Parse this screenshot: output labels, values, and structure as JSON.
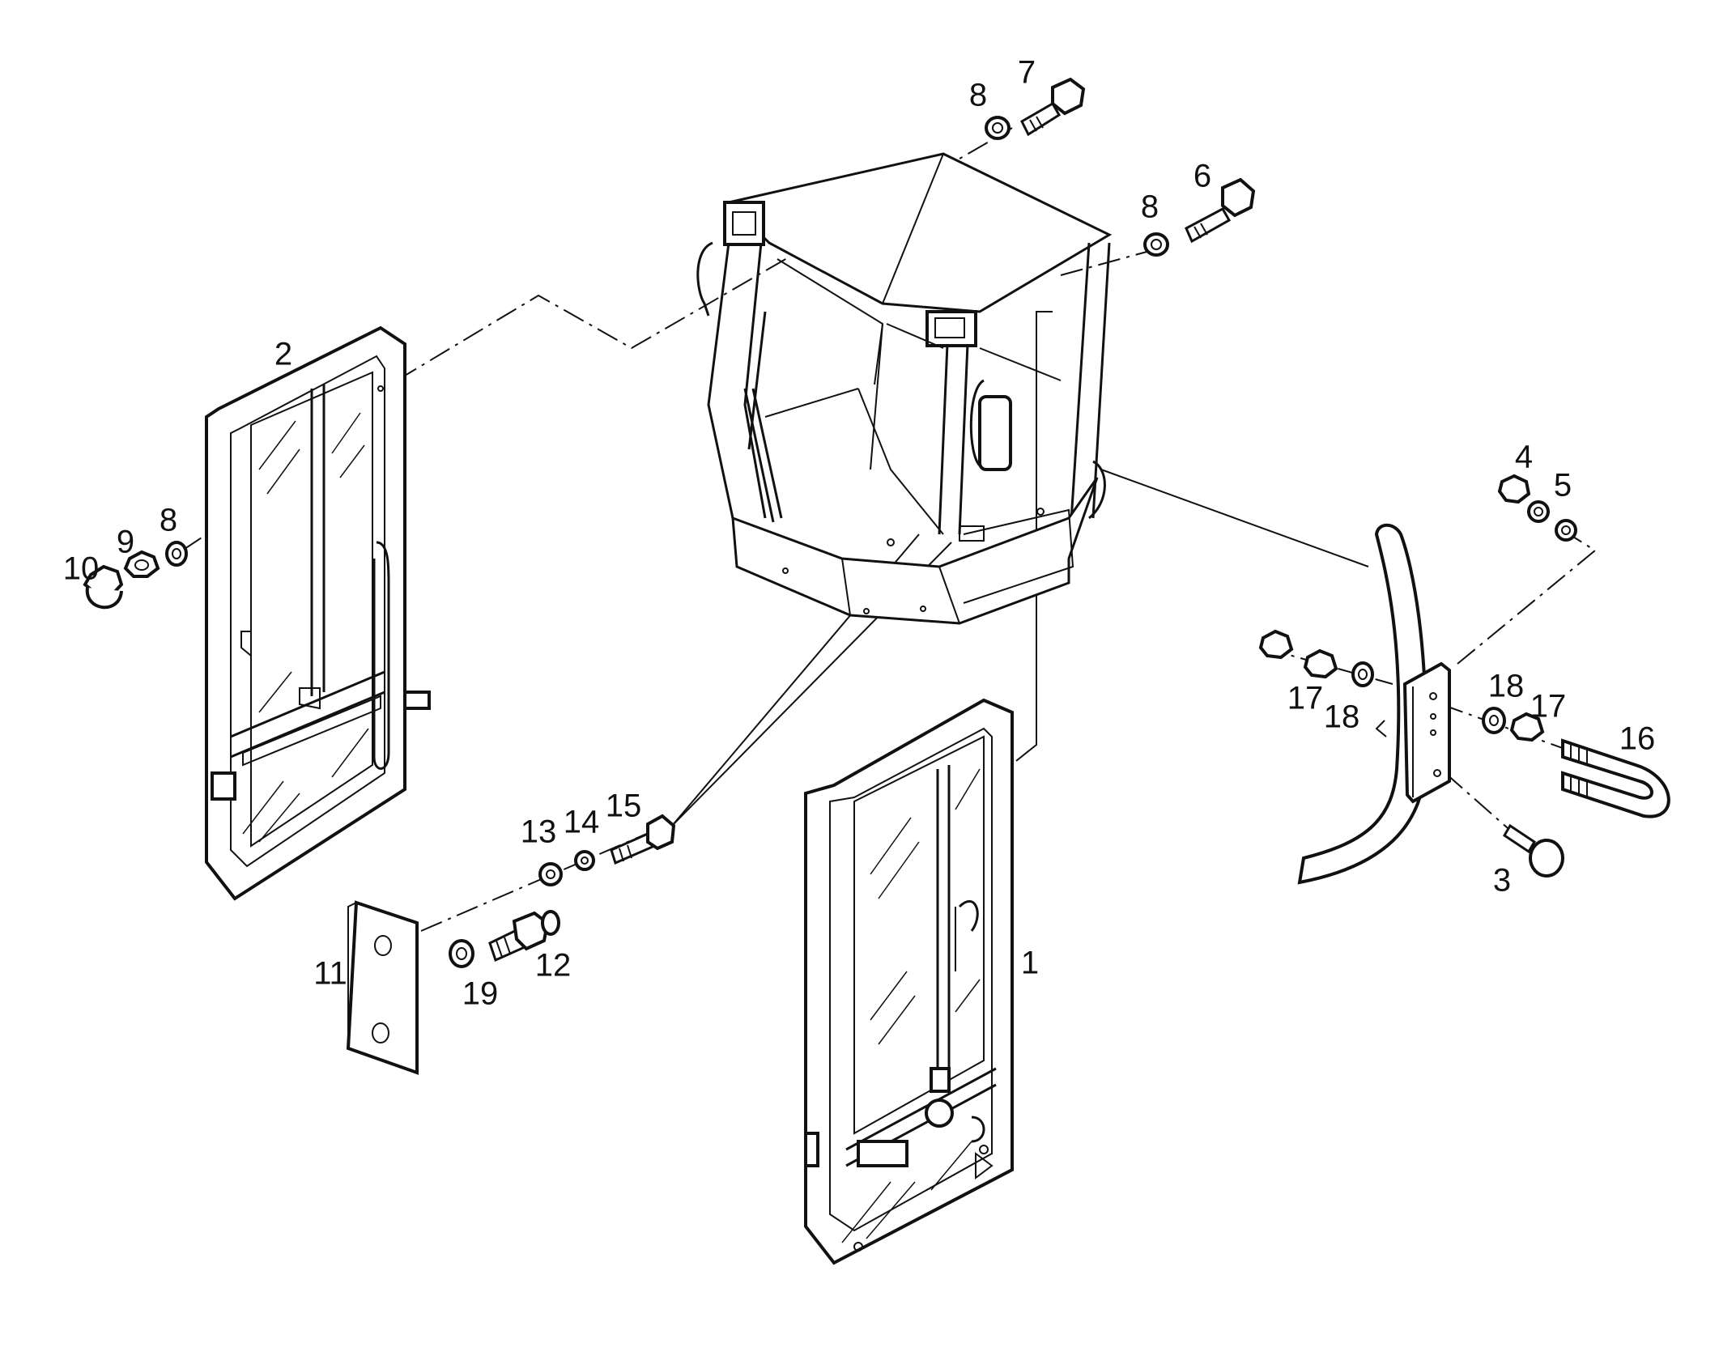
{
  "labels": [
    {
      "id": "lbl-1",
      "text": "1"
    },
    {
      "id": "lbl-2",
      "text": "2"
    },
    {
      "id": "lbl-3",
      "text": "3"
    },
    {
      "id": "lbl-4",
      "text": "4"
    },
    {
      "id": "lbl-5",
      "text": "5"
    },
    {
      "id": "lbl-6",
      "text": "6"
    },
    {
      "id": "lbl-7",
      "text": "7"
    },
    {
      "id": "lbl-8a",
      "text": "8"
    },
    {
      "id": "lbl-8b",
      "text": "8"
    },
    {
      "id": "lbl-8c",
      "text": "8"
    },
    {
      "id": "lbl-9",
      "text": "9"
    },
    {
      "id": "lbl-10",
      "text": "10"
    },
    {
      "id": "lbl-11",
      "text": "11"
    },
    {
      "id": "lbl-12",
      "text": "12"
    },
    {
      "id": "lbl-13",
      "text": "13"
    },
    {
      "id": "lbl-14",
      "text": "14"
    },
    {
      "id": "lbl-15",
      "text": "15"
    },
    {
      "id": "lbl-16",
      "text": "16"
    },
    {
      "id": "lbl-17a",
      "text": "17"
    },
    {
      "id": "lbl-17b",
      "text": "17"
    },
    {
      "id": "lbl-18a",
      "text": "18"
    },
    {
      "id": "lbl-18b",
      "text": "18"
    },
    {
      "id": "lbl-19",
      "text": "19"
    }
  ]
}
